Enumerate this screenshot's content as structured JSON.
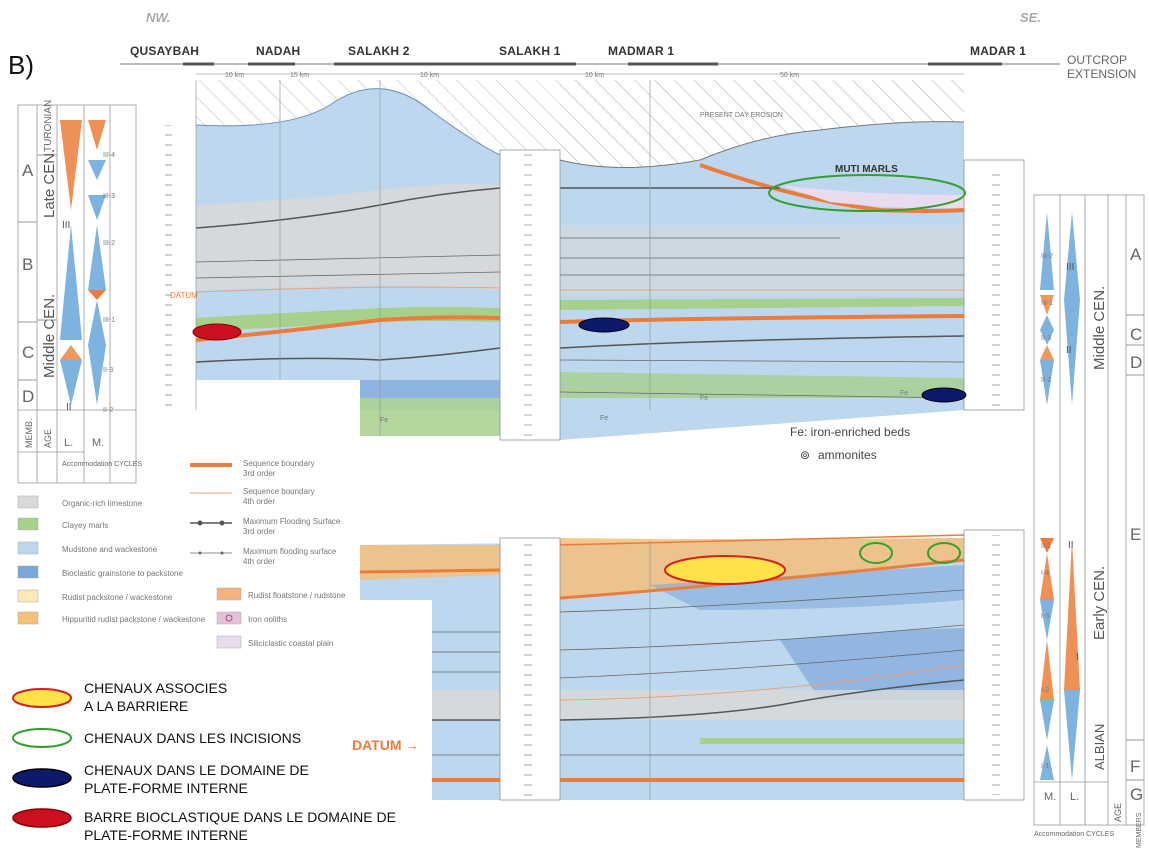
{
  "panel_label": "B)",
  "directions": {
    "west": "NW.",
    "east": "SE."
  },
  "wells": {
    "qusaybah": "QUSAYBAH",
    "nadah": "NADAH",
    "salakh2": "SALAKH 2",
    "salakh1": "SALAKH 1",
    "madmar1": "MADMAR 1",
    "madar1": "MADAR 1"
  },
  "outcrop": {
    "line1": "OUTCROP",
    "line2": "EXTENSION"
  },
  "distances": [
    "10 km",
    "15 km",
    "10 km",
    "10 km",
    "50 km"
  ],
  "erosion_label": "PRESENT DAY EROSION",
  "muti_marls": "MUTI MARLS",
  "fe_note": "Fe: iron-enriched beds",
  "ammonites_note": "ammonites",
  "datum_label": "DATUM",
  "left_column": {
    "turonian": "TURONIAN",
    "late_cen": "Late CEN.",
    "middle_cen": "Middle CEN.",
    "members": [
      "A",
      "B",
      "C",
      "D"
    ],
    "row_memb": "MEMB.",
    "row_age": "AGE",
    "cols": [
      "L.",
      "M."
    ],
    "footer": "Accommodation CYCLES",
    "cycles": [
      "III",
      "II",
      "III-4",
      "III-3",
      "III-2",
      "III-1",
      "II-3",
      "II-2"
    ]
  },
  "right_column": {
    "middle_cen": "Middle CEN.",
    "early_cen": "Early CEN.",
    "albian": "ALBIAN",
    "members": [
      "A",
      "C",
      "D",
      "E",
      "F",
      "G"
    ],
    "row_age": "AGE",
    "row_members": "MEMBERS",
    "cols": [
      "M.",
      "L."
    ],
    "footer": "Accommodation CYCLES",
    "cycles": [
      "III-2",
      "III-1",
      "II-3",
      "II-2",
      "III",
      "II",
      "II-1",
      "I-4",
      "I-3",
      "I-2",
      "I-1",
      "I"
    ]
  },
  "legend_lines": [
    {
      "label": "Sequence boundary",
      "sub": "3rd order"
    },
    {
      "label": "Sequence boundary",
      "sub": "4th order"
    },
    {
      "label": "Maximum Flooding Surface",
      "sub": "3rd order"
    },
    {
      "label": "Maximum flooding surface",
      "sub": "4th order"
    }
  ],
  "legend_lithology": [
    {
      "label": "Organic-rich limestone",
      "color": "#d9d9d9"
    },
    {
      "label": "Clayey marls",
      "color": "#a8d08d"
    },
    {
      "label": "Mudstone and wackestone",
      "color": "#bdd7ee"
    },
    {
      "label": "Bioclastic grainstone to packstone",
      "color": "#7aa6d8"
    },
    {
      "label": "Rudist packstone / wackestone",
      "color": "#fde9b8"
    },
    {
      "label": "Hippuritid rudist packstone / wackestone",
      "color": "#f4c07a"
    }
  ],
  "legend_lithology2": [
    {
      "label": "Rudist floatstone / rudstone",
      "color": "#f4b183"
    },
    {
      "label": "Iron ooliths",
      "color": "#e6c0d8"
    },
    {
      "label": "Siliciclastic coastal plain",
      "color": "#eadcef"
    }
  ],
  "ellipse_legend": [
    {
      "line1": "CHENAUX ASSOCIES",
      "line2": "A LA BARRIERE",
      "fill": "#ffe14a",
      "stroke": "#d62020"
    },
    {
      "line1": "CHENAUX DANS LES INCISIONS",
      "line2": "",
      "fill": "#ffffff",
      "stroke": "#33a02c"
    },
    {
      "line1": "CHENAUX DANS LE DOMAINE DE",
      "line2": "PLATE-FORME INTERNE",
      "fill": "#0d1a6b",
      "stroke": "#000000"
    },
    {
      "line1": "BARRE BIOCLASTIQUE DANS LE DOMAINE DE",
      "line2": "PLATE-FORME INTERNE",
      "fill": "#cc1020",
      "stroke": "#880000"
    }
  ],
  "fe_marks": "Fe",
  "colors": {
    "mud": "#bdd7ee",
    "organic": "#d9d9d9",
    "marl": "#a8d08d",
    "grain": "#7aa6d8",
    "seq": "#ec7c3a",
    "rudist": "#f4c07a"
  }
}
